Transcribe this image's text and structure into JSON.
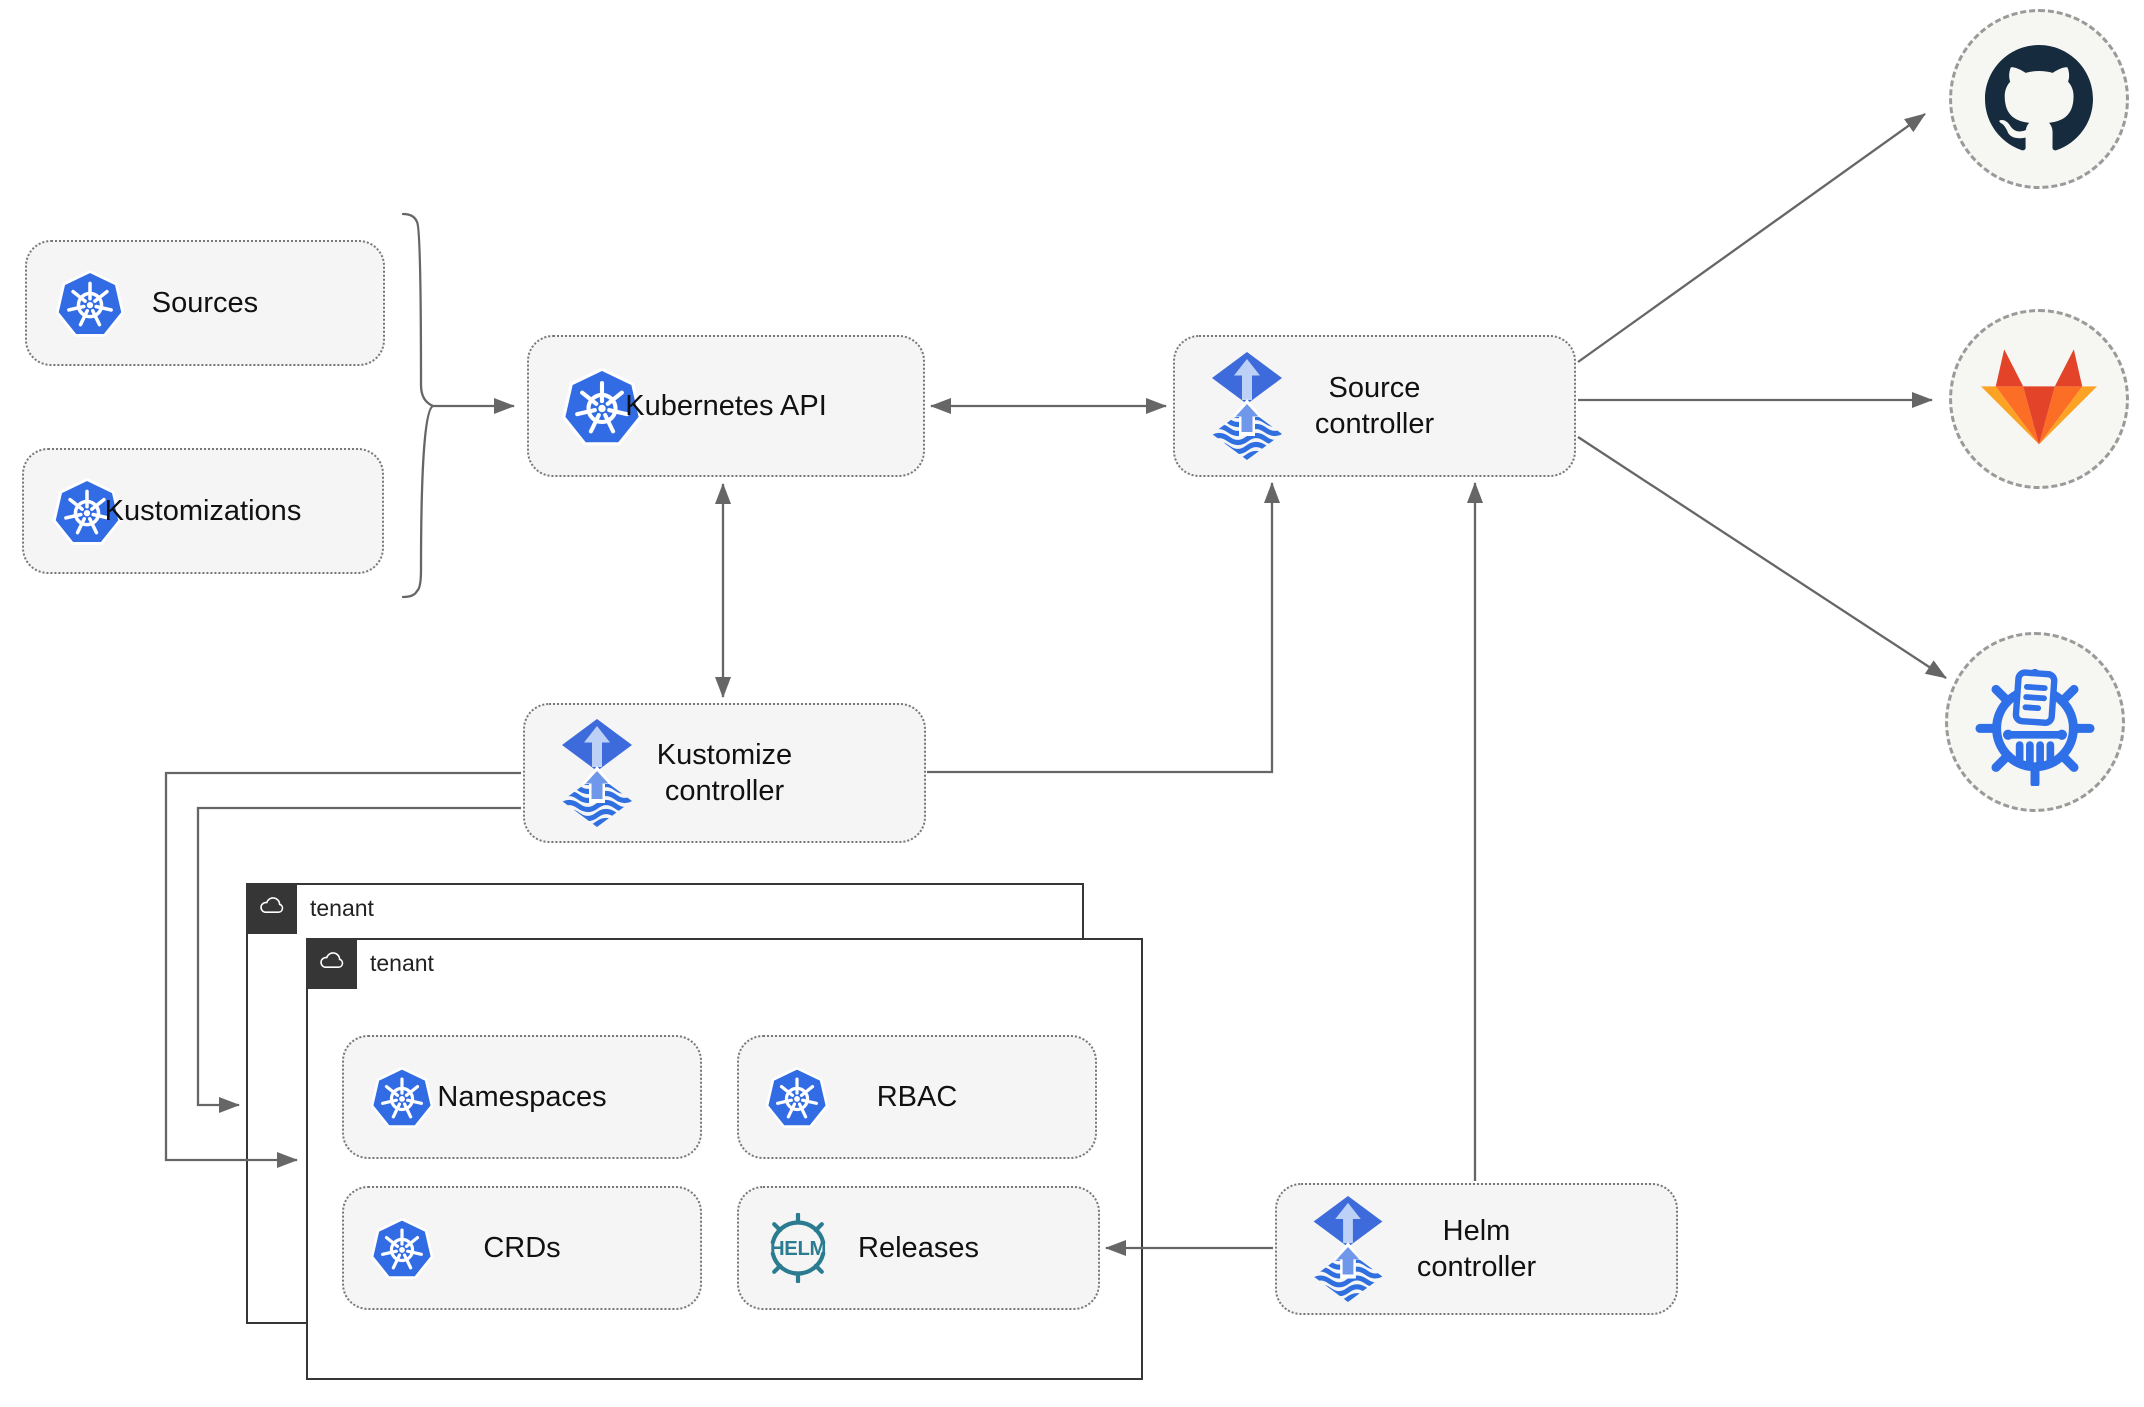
{
  "diagram": {
    "nodes": {
      "sources": {
        "label": "Sources"
      },
      "kustomizations": {
        "label": "Kustomizations"
      },
      "kubernetes_api": {
        "label": "Kubernetes API"
      },
      "source_controller": {
        "label": "Source\ncontroller"
      },
      "kustomize_controller": {
        "label": "Kustomize\ncontroller"
      },
      "helm_controller": {
        "label": "Helm\ncontroller"
      },
      "namespaces": {
        "label": "Namespaces"
      },
      "rbac": {
        "label": "RBAC"
      },
      "crds": {
        "label": "CRDs"
      },
      "releases": {
        "label": "Releases"
      }
    },
    "groups": {
      "tenant_back": {
        "label": "tenant"
      },
      "tenant_front": {
        "label": "tenant"
      }
    },
    "helm_logo_text": "HELM",
    "colors": {
      "kubernetes_blue": "#326CE5",
      "flux_blue": "#3D6BDB",
      "flux_stripe_blue": "#2F6FE0",
      "helm_teal": "#2b7c90",
      "chartmuseum_blue": "#2F6FE8",
      "github_dark": "#172B3E",
      "gitlab_red_orange": "#E24329",
      "gitlab_orange": "#FC6D26",
      "gitlab_light_orange": "#FCA326",
      "connector_gray": "#666666",
      "tenant_dark": "#363636",
      "node_fill": "#f5f5f5"
    }
  }
}
